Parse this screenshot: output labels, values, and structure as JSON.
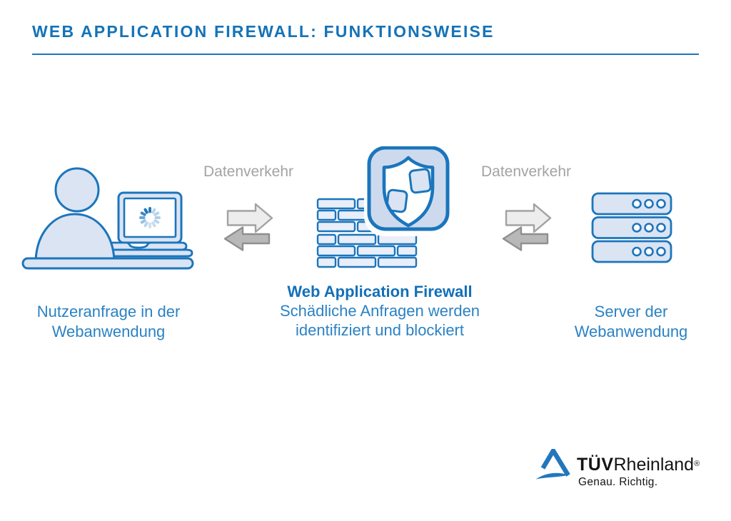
{
  "page": {
    "title": "WEB APPLICATION FIREWALL: FUNKTIONSWEISE"
  },
  "colors": {
    "title_blue": "#1473b8",
    "stroke_blue": "#1b75bc",
    "light_fill": "#dbe4f3",
    "brick_fill": "#e9eef8",
    "badge_fill": "#cddaee",
    "label_blue": "#2b82c4",
    "bold_label_blue": "#1270b8",
    "gray_text": "#a3a3a3",
    "arrow_light_fill": "#ededed",
    "arrow_light_stroke": "#a2a2a2",
    "arrow_dark_fill": "#b8b8b8",
    "arrow_dark_stroke": "#8f8f8f",
    "logo_blue": "#2277bc"
  },
  "flow": {
    "left": {
      "icon": "user-laptop-icon",
      "label_line1": "Nutzeranfrage in der",
      "label_line2": "Webanwendung"
    },
    "traffic_left": {
      "label": "Datenverkehr"
    },
    "center": {
      "icon": "firewall-shield-icon",
      "title": "Web Application Firewall",
      "desc_line1": "Schädliche Anfragen werden",
      "desc_line2": "identifiziert und blockiert"
    },
    "traffic_right": {
      "label": "Datenverkehr"
    },
    "right": {
      "icon": "server-icon",
      "label_line1": "Server der",
      "label_line2": "Webanwendung"
    }
  },
  "branding": {
    "brand_bold": "TÜV",
    "brand_regular": "Rheinland",
    "registered": "®",
    "tagline": "Genau. Richtig."
  }
}
